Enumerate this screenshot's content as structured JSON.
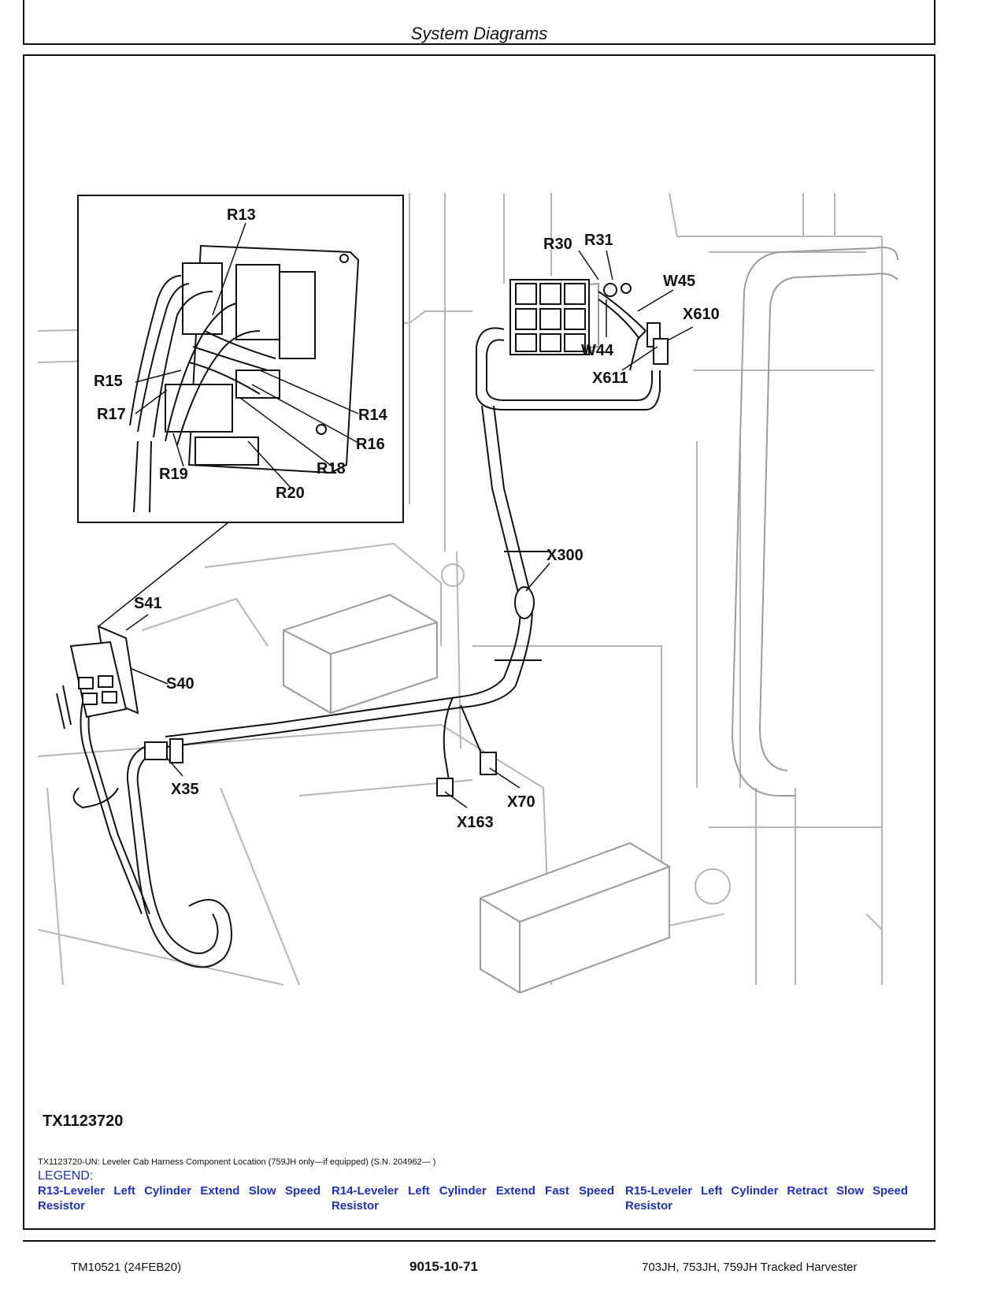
{
  "header": {
    "title": "System Diagrams"
  },
  "figure": {
    "id": "TX1123720",
    "caption": "TX1123720-UN: Leveler Cab Harness Component Location (759JH only—if equipped) (S.N. 204962— )",
    "labels": {
      "r13": "R13",
      "r14": "R14",
      "r15": "R15",
      "r16": "R16",
      "r17": "R17",
      "r18": "R18",
      "r19": "R19",
      "r20": "R20",
      "r30": "R30",
      "r31": "R31",
      "w44": "W44",
      "w45": "W45",
      "x610": "X610",
      "x611": "X611",
      "x300": "X300",
      "s40": "S40",
      "s41": "S41",
      "x35": "X35",
      "x70": "X70",
      "x163": "X163"
    }
  },
  "legend": {
    "title": "LEGEND:",
    "items": [
      "R13-Leveler Left Cylinder Extend Slow Speed Resistor",
      "R14-Leveler Left Cylinder Extend Fast Speed Resistor",
      "R15-Leveler Left Cylinder Retract Slow Speed Resistor"
    ]
  },
  "footer": {
    "left": "TM10521 (24FEB20)",
    "center": "9015-10-71",
    "right": "703JH, 753JH, 759JH Tracked Harvester"
  }
}
